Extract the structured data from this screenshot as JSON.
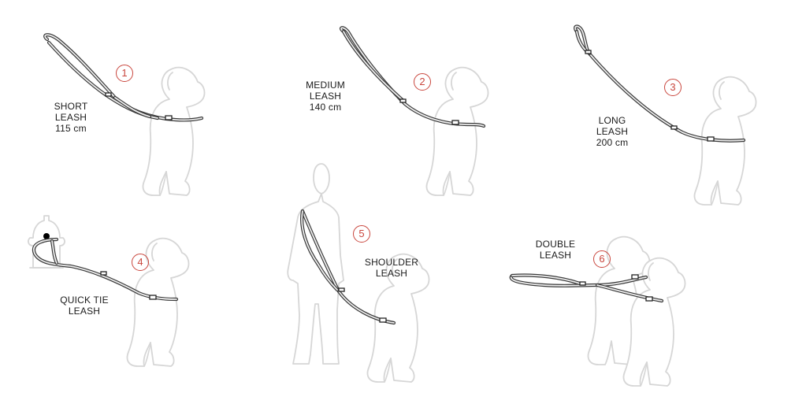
{
  "accent_color": "#c9463d",
  "panels": [
    {
      "number": "1",
      "label_lines": [
        "SHORT",
        "LEASH",
        "115 cm"
      ]
    },
    {
      "number": "2",
      "label_lines": [
        "MEDIUM",
        "LEASH",
        "140 cm"
      ]
    },
    {
      "number": "3",
      "label_lines": [
        "LONG",
        "LEASH",
        "200 cm"
      ]
    },
    {
      "number": "4",
      "label_lines": [
        "QUICK TIE",
        "LEASH"
      ]
    },
    {
      "number": "5",
      "label_lines": [
        "SHOULDER",
        "LEASH"
      ]
    },
    {
      "number": "6",
      "label_lines": [
        "DOUBLE",
        "LEASH"
      ]
    }
  ],
  "icons": [
    "sitting-dog-icon",
    "fire-hydrant-icon",
    "person-silhouette-icon",
    "leash-icon",
    "leash-clip-icon"
  ]
}
